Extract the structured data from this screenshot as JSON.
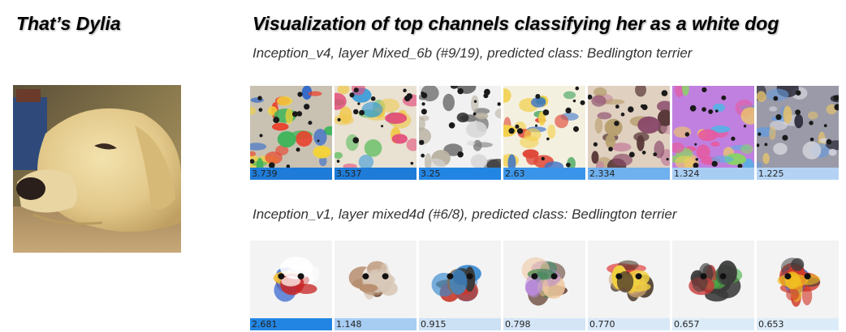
{
  "left_title": "That’s Dylia",
  "main_title": "Visualization of top channels classifying her as a white dog",
  "rows": [
    {
      "subtitle": "Inception_v4, layer Mixed_6b (#9/19), predicted class: Bedlington terrier",
      "tiles": [
        {
          "score": "3.739",
          "color": "#1e7bd8",
          "palette": [
            "#e8432d",
            "#3fb45a",
            "#f2d23b",
            "#3168c9",
            "#c9c2b3"
          ]
        },
        {
          "score": "3.537",
          "color": "#1e7bd8",
          "palette": [
            "#f0c84a",
            "#3b9bd8",
            "#e24b7a",
            "#6ac16a",
            "#e9e1d2"
          ]
        },
        {
          "score": "3.25",
          "color": "#2285e3",
          "palette": [
            "#2b2b2b",
            "#d8d8d8",
            "#7a7a7a",
            "#b8b0a0",
            "#f1f1f1"
          ]
        },
        {
          "score": "2.63",
          "color": "#3a95ea",
          "palette": [
            "#f3d04b",
            "#3ea35a",
            "#e04a3a",
            "#3a72c8",
            "#f4f0e0"
          ]
        },
        {
          "score": "2.334",
          "color": "#6fb0ee",
          "palette": [
            "#8a4a6a",
            "#c58aa0",
            "#5a3a3a",
            "#b8a070",
            "#e0d0c0"
          ]
        },
        {
          "score": "1.324",
          "color": "#a8cdf3",
          "palette": [
            "#e65aa0",
            "#5ab0e6",
            "#f2d25a",
            "#8cd06a",
            "#c080e0"
          ]
        },
        {
          "score": "1.225",
          "color": "#b4d3f4",
          "palette": [
            "#2a2a3a",
            "#d8d8e0",
            "#6a9ad8",
            "#e0c070",
            "#9a9aa8"
          ]
        }
      ]
    },
    {
      "subtitle": "Inception_v1, layer mixed4d (#6/8), predicted class: Bedlington terrier",
      "tiles": [
        {
          "score": "2.681",
          "color": "#2285e3",
          "palette": [
            "#c82828",
            "#f0c030",
            "#3a6ad0",
            "#ffffff",
            "#f2f2f2"
          ]
        },
        {
          "score": "1.148",
          "color": "#a8cdf3",
          "palette": [
            "#d8c8b8",
            "#6a4a3a",
            "#f0e8e0",
            "#b89070",
            "#f4f4f4"
          ]
        },
        {
          "score": "0.915",
          "color": "#cde1f5",
          "palette": [
            "#3a3a3a",
            "#8a6a4a",
            "#c83a2a",
            "#3a8ad0",
            "#f2f2f2"
          ]
        },
        {
          "score": "0.798",
          "color": "#d4e5f6",
          "palette": [
            "#b88ad8",
            "#6a4a3a",
            "#f0c8a0",
            "#3a8a4a",
            "#f2f2f2"
          ]
        },
        {
          "score": "0.770",
          "color": "#d8e8f7",
          "palette": [
            "#4a3a2a",
            "#c8a070",
            "#e03a3a",
            "#f0d040",
            "#f2f2f2"
          ]
        },
        {
          "score": "0.657",
          "color": "#dcebf8",
          "palette": [
            "#3a3a3a",
            "#e0e0e0",
            "#4ab04a",
            "#c83a3a",
            "#f2f2f2"
          ]
        },
        {
          "score": "0.653",
          "color": "#dcebf8",
          "palette": [
            "#f0c020",
            "#3a3a3a",
            "#d03a2a",
            "#3a6ad0",
            "#f2f2f2"
          ]
        }
      ]
    }
  ]
}
